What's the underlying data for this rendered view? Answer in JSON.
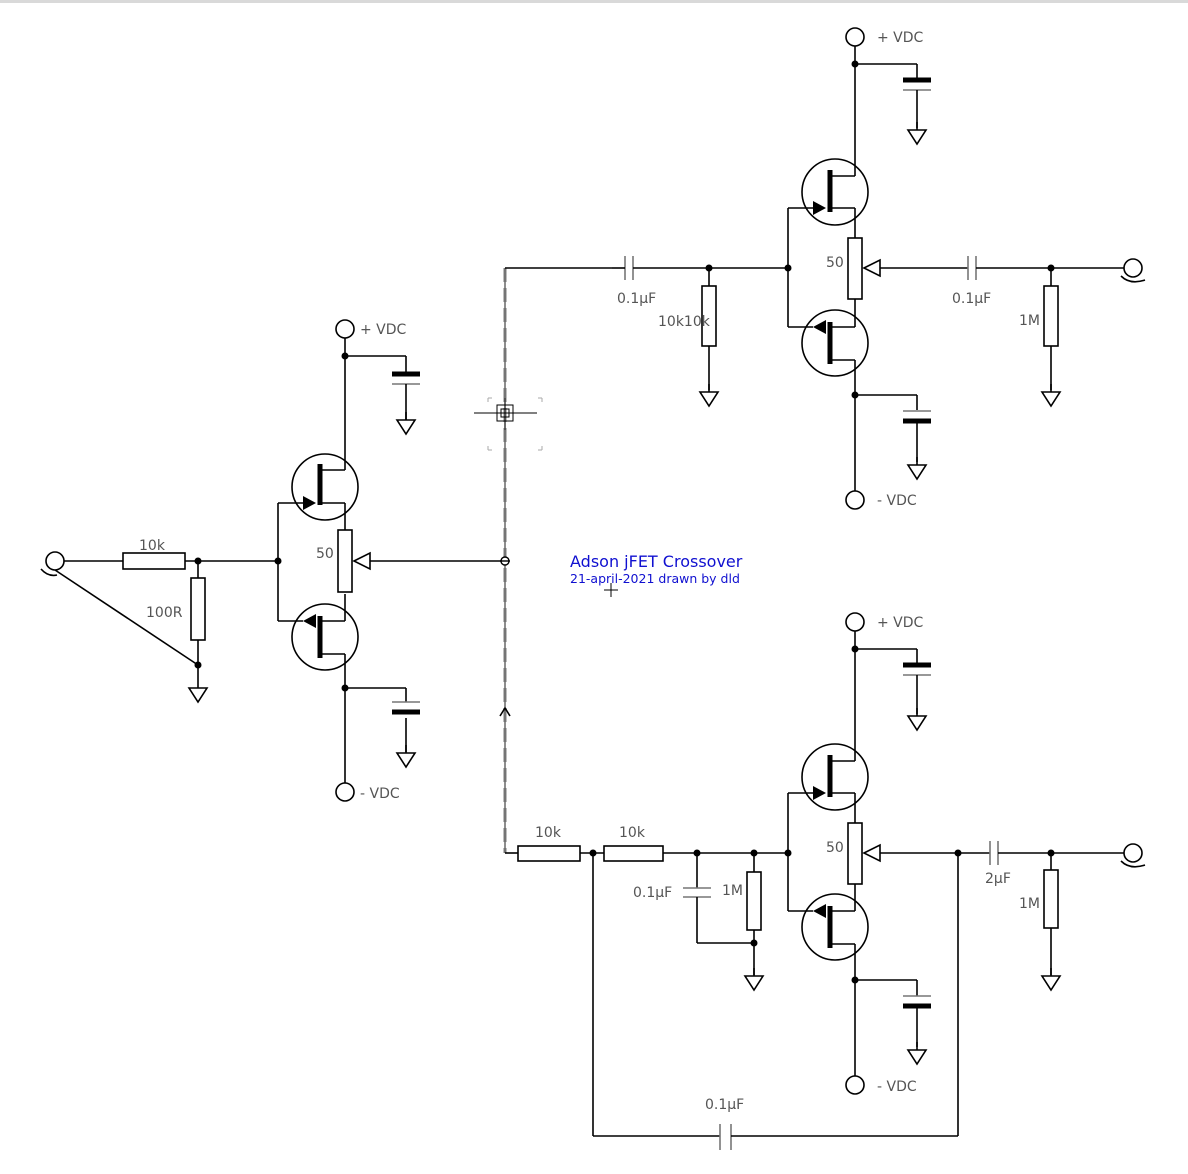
{
  "title": "Adson jFET Crossover",
  "subtitle": "21-april-2021 drawn by dld",
  "labels": {
    "vdc_pos": "+ VDC",
    "vdc_neg": "- VDC",
    "r_10k": "10k",
    "r_100R": "100R",
    "r_1M": "1M",
    "pot_50": "50",
    "c_0_1uF": "0.1µF",
    "c_2uF": "2µF",
    "r_10k_overlap": "10k10k"
  }
}
